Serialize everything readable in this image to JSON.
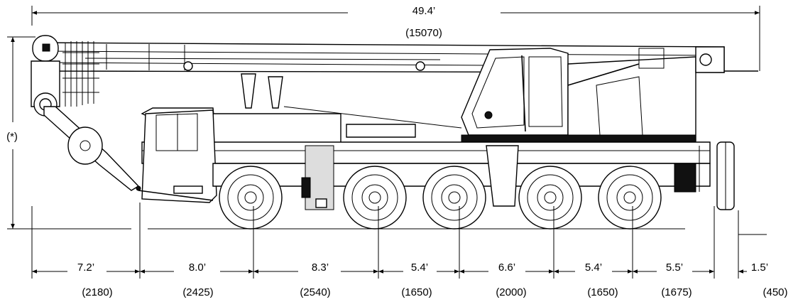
{
  "overall": {
    "feet": "49.4’",
    "mm": "(15070)"
  },
  "height": {
    "label": "(*)"
  },
  "segments": [
    {
      "feet": "7.2’",
      "mm": "(2180)"
    },
    {
      "feet": "8.0’",
      "mm": "(2425)"
    },
    {
      "feet": "8.3’",
      "mm": "(2540)"
    },
    {
      "feet": "5.4’",
      "mm": "(1650)"
    },
    {
      "feet": "6.6’",
      "mm": "(2000)"
    },
    {
      "feet": "5.4’",
      "mm": "(1650)"
    },
    {
      "feet": "5.5’",
      "mm": "(1675)"
    },
    {
      "feet": "1.5’",
      "mm": "(450)"
    }
  ]
}
